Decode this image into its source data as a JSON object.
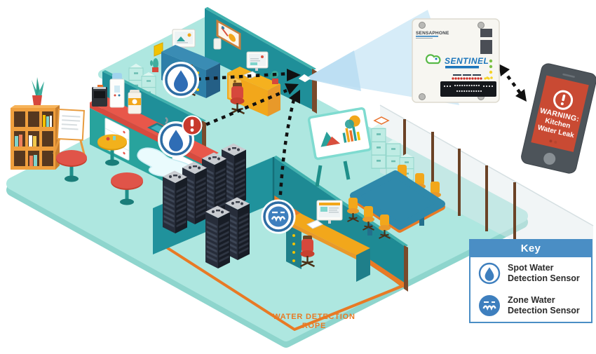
{
  "scene": {
    "rope_label_line1": "WATER DETECTION",
    "rope_label_line2": "ROPE"
  },
  "device": {
    "brand": "SENSAPHONE",
    "product": "SENTINEL"
  },
  "phone": {
    "alert_icon": "exclamation-circle-icon",
    "warning_title": "WARNING:",
    "warning_line1": "Kitchen",
    "warning_line2": "Water Leak"
  },
  "legend": {
    "title": "Key",
    "items": [
      {
        "icon": "spot-water-sensor-icon",
        "label_line1": "Spot Water",
        "label_line2": "Detection Sensor"
      },
      {
        "icon": "zone-water-sensor-icon",
        "label_line1": "Zone Water",
        "label_line2": "Detection Sensor"
      }
    ]
  },
  "colors": {
    "wall_teal": "#1f8f99",
    "floor_aqua": "#aee7e0",
    "rope_orange": "#e87a25",
    "alert_red": "#c8392c",
    "sensor_blue": "#2e6da4",
    "key_blue": "#4a8ec5",
    "phone_screen_red": "#c94a33",
    "led_green": "#7ac143",
    "led_yellow": "#f5d327",
    "brand_blue": "#1b75bb"
  }
}
